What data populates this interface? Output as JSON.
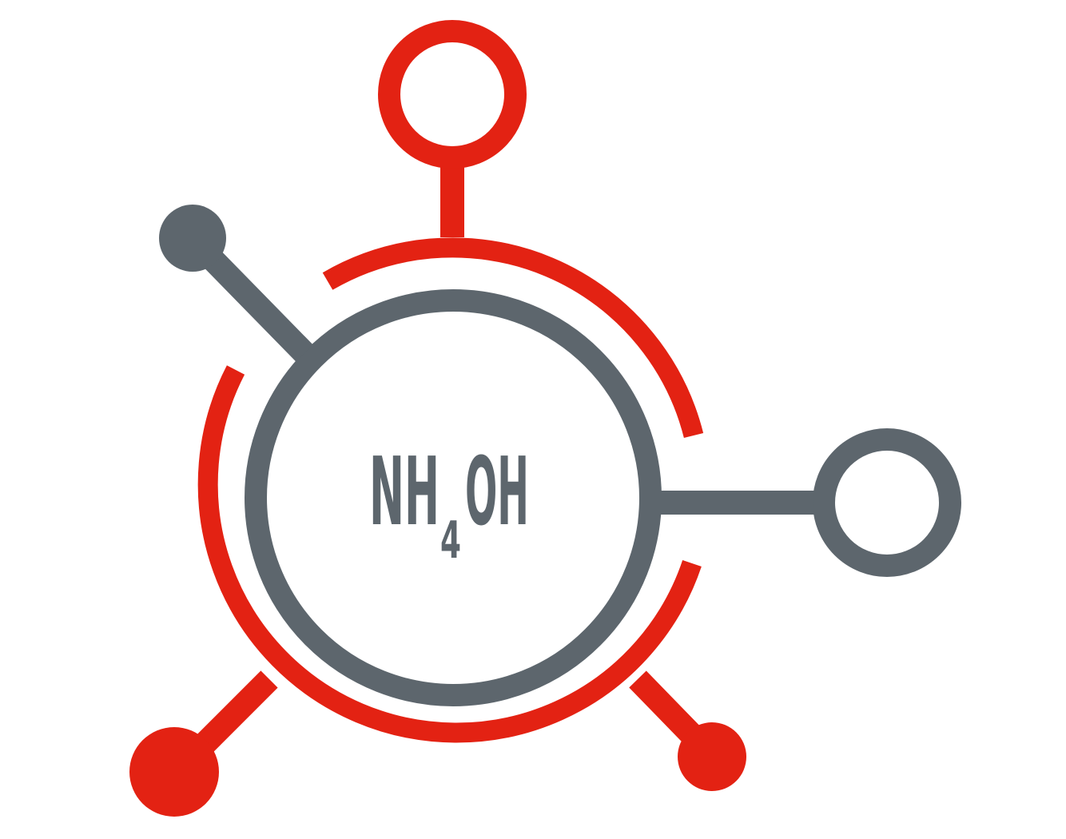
{
  "formula": {
    "main": "NH",
    "subscript": "4",
    "tail": "OH"
  },
  "colors": {
    "red": "#e32213",
    "gray": "#5d666d",
    "background": "#ffffff"
  },
  "atoms": [
    {
      "name": "top-atom",
      "style": "ring",
      "color": "red"
    },
    {
      "name": "right-atom",
      "style": "ring",
      "color": "gray"
    },
    {
      "name": "upper-left-atom",
      "style": "filled",
      "color": "gray"
    },
    {
      "name": "lower-left-atom",
      "style": "filled",
      "color": "red"
    },
    {
      "name": "lower-right-atom",
      "style": "filled",
      "color": "red"
    }
  ]
}
